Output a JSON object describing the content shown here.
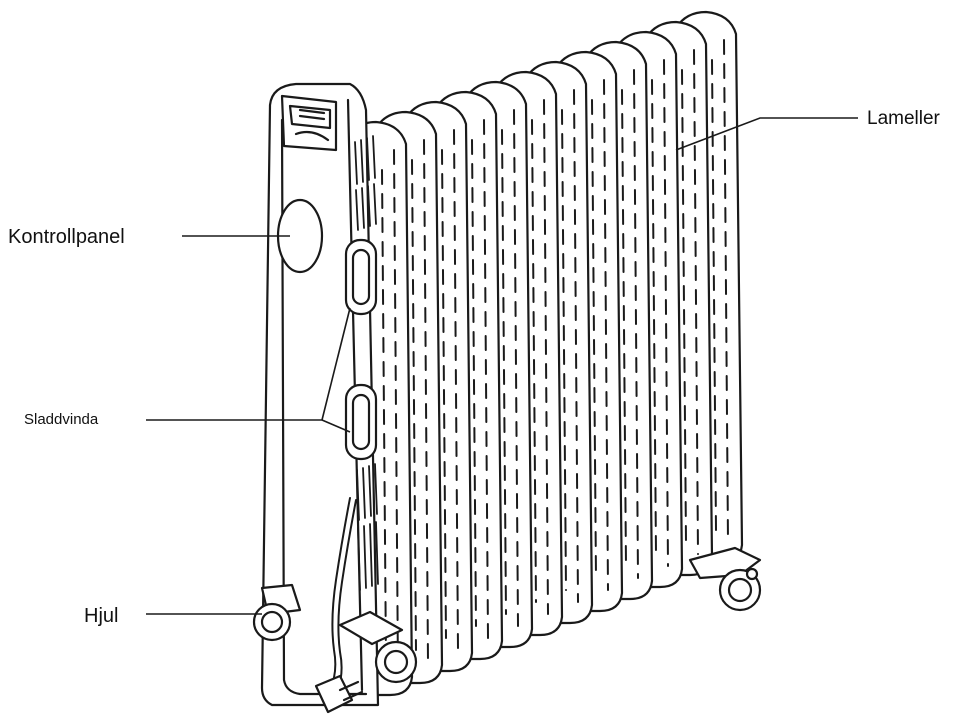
{
  "labels": {
    "fins": "Lameller",
    "control_panel": "Kontrollpanel",
    "cord_winder": "Sladdvinda",
    "wheels": "Hjul"
  }
}
